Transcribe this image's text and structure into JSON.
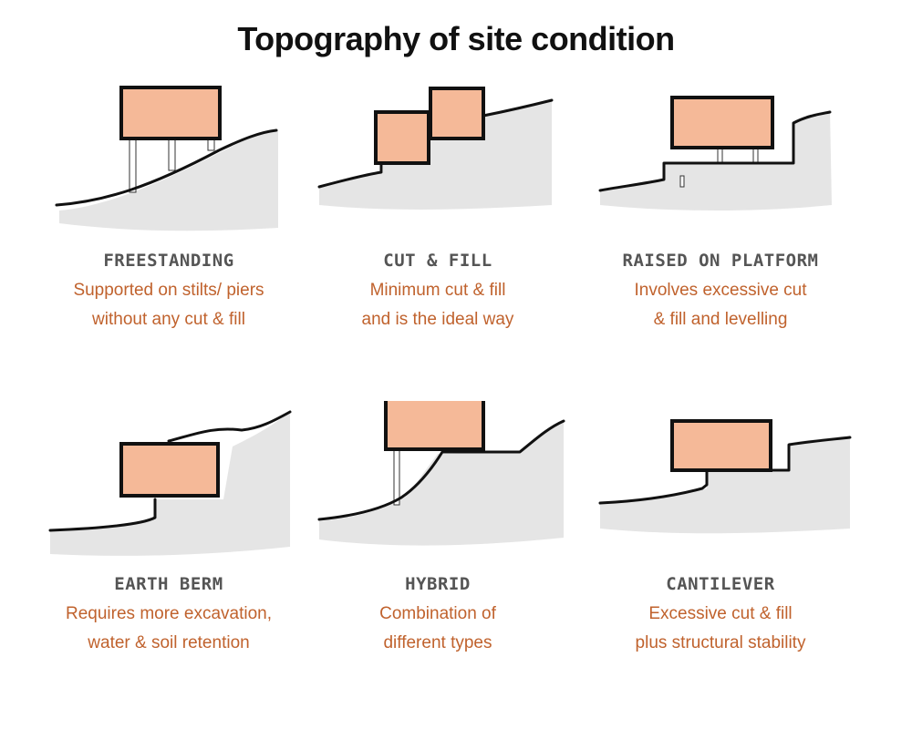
{
  "title": "Topography of site condition",
  "panels": [
    {
      "name": "FREESTANDING",
      "desc1": "Supported on stilts/ piers",
      "desc2": "without any cut & fill"
    },
    {
      "name": "CUT & FILL",
      "desc1": "Minimum cut & fill",
      "desc2": "and is the ideal way"
    },
    {
      "name": "RAISED ON PLATFORM",
      "desc1": "Involves excessive cut",
      "desc2": "& fill and levelling"
    },
    {
      "name": "EARTH BERM",
      "desc1": "Requires more excavation,",
      "desc2": "water & soil retention"
    },
    {
      "name": "HYBRID",
      "desc1": "Combination of",
      "desc2": "different types"
    },
    {
      "name": "CANTILEVER",
      "desc1": "Excessive cut & fill",
      "desc2": "plus structural stability"
    }
  ],
  "colors": {
    "building": "#f5b998",
    "ground": "#e5e5e5",
    "outline": "#111111",
    "name_text": "#555555",
    "desc_text": "#c0622d"
  }
}
